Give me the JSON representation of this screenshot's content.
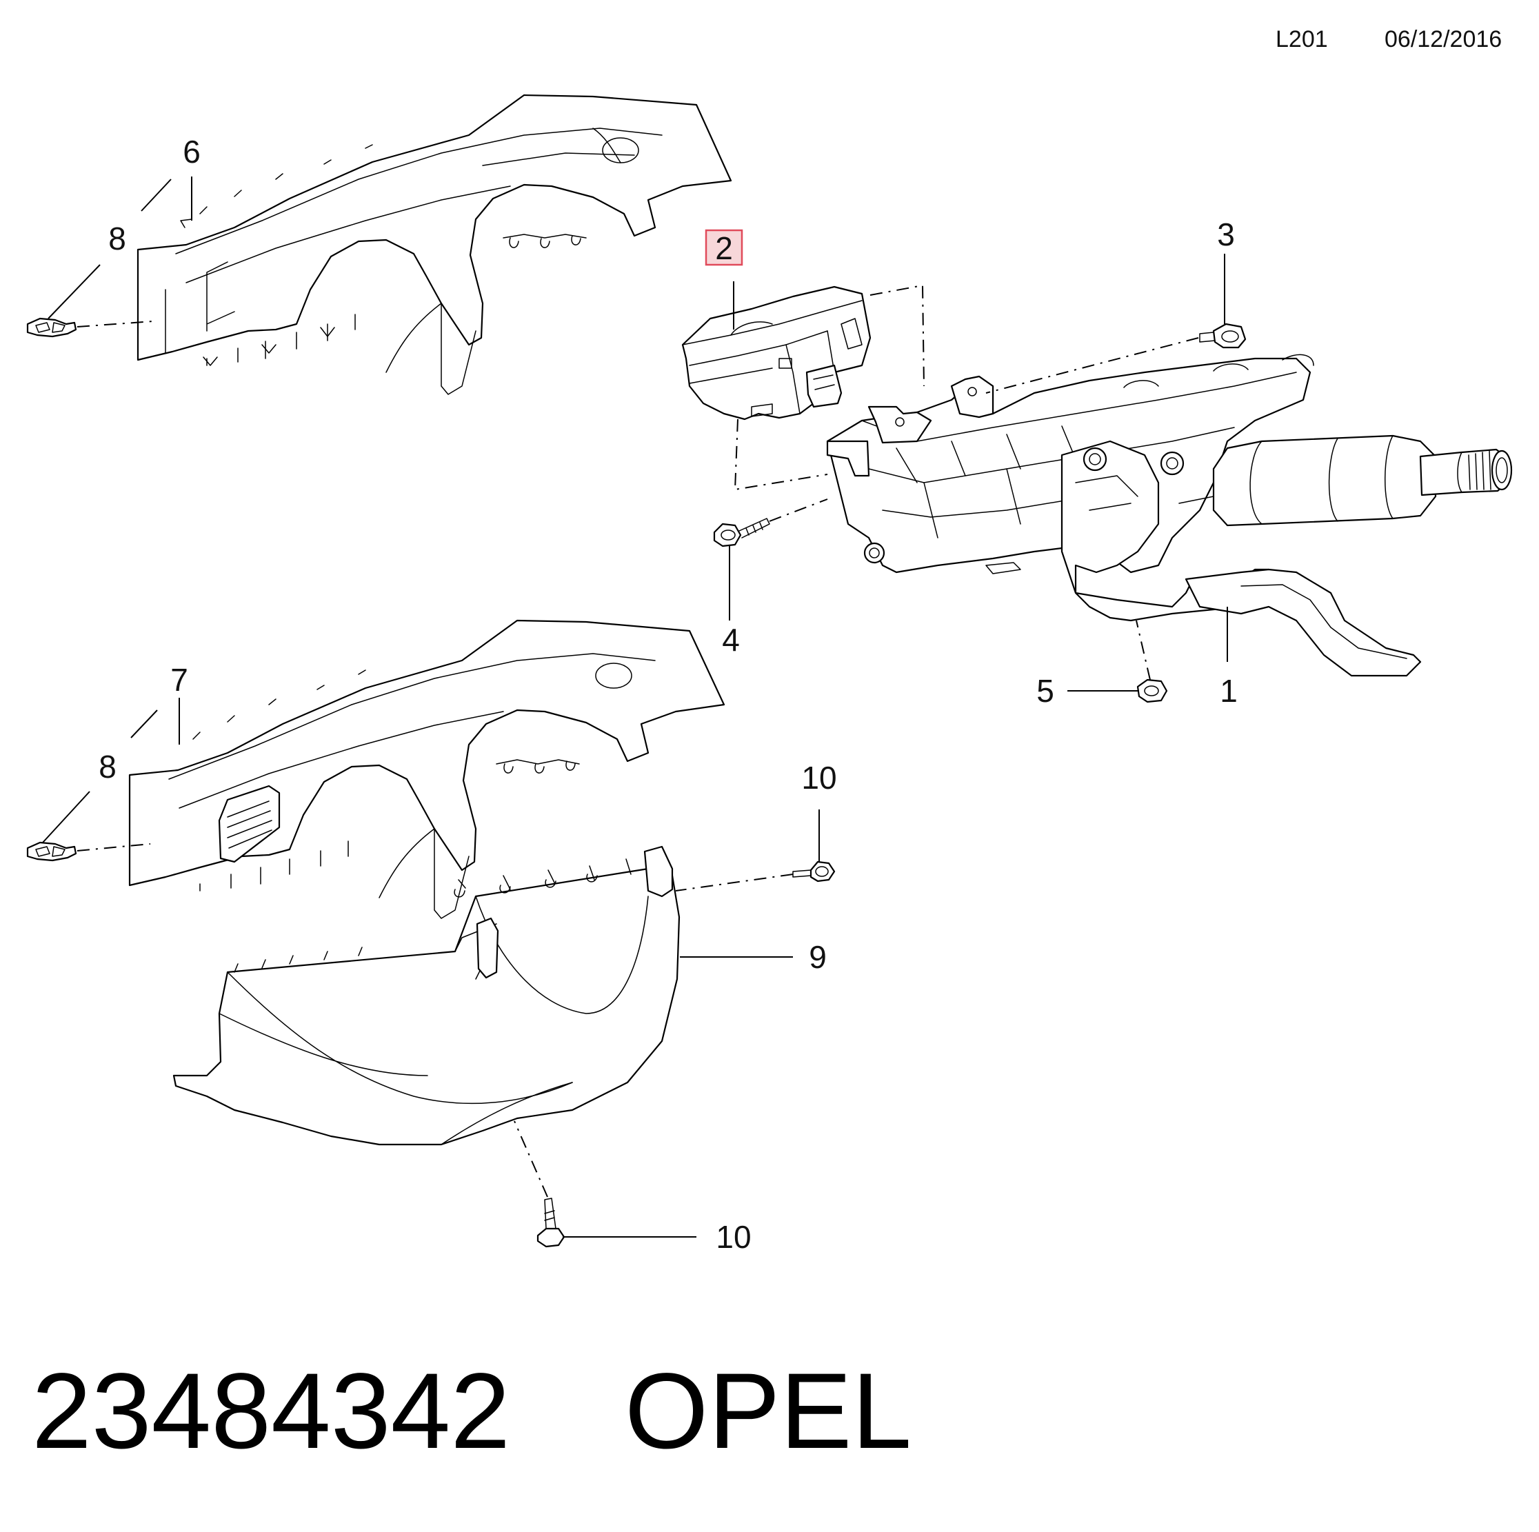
{
  "header": {
    "page_code": "L201",
    "date": "06/12/2016"
  },
  "callouts": {
    "c1": "1",
    "c2": "2",
    "c3": "3",
    "c4": "4",
    "c5": "5",
    "c6": "6",
    "c7": "7",
    "c8_upper": "8",
    "c8_lower": "8",
    "c9": "9",
    "c10_upper": "10",
    "c10_lower": "10"
  },
  "highlighted_callout": "2",
  "colors": {
    "highlight_fill": "#f7d7d9",
    "highlight_stroke": "#e04a5a"
  },
  "footer": {
    "part_number": "23484342",
    "brand": "OPEL"
  }
}
